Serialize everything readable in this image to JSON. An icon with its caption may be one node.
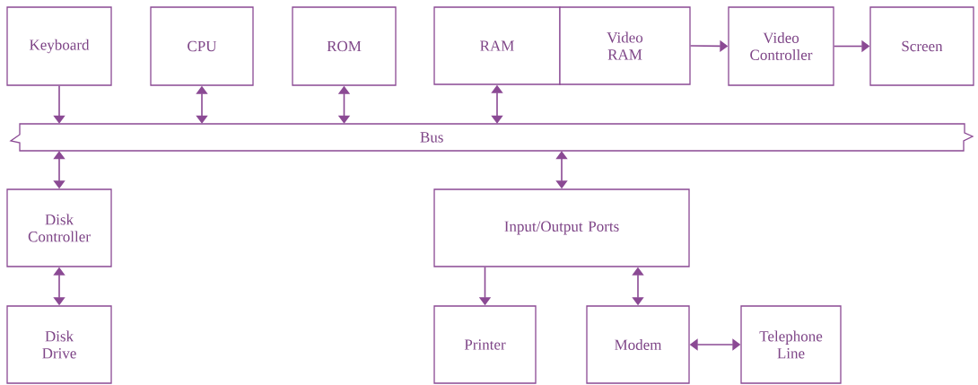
{
  "diagram": {
    "nodes": [
      {
        "text": [
          "Keyboard"
        ]
      },
      {
        "text": [
          "CPU"
        ]
      },
      {
        "text": [
          "ROM"
        ]
      },
      {
        "text": [
          "RAM"
        ]
      },
      {
        "text": [
          "Video RAM"
        ]
      },
      {
        "text": [
          "Video Controller"
        ]
      },
      {
        "text": [
          "Screen"
        ]
      },
      {
        "text": [
          "Bus"
        ]
      },
      {
        "text": [
          "Disk Controller"
        ]
      },
      {
        "text": [
          "Input/Output Ports"
        ]
      },
      {
        "text": [
          "Disk Drive"
        ]
      },
      {
        "text": [
          "Printer"
        ]
      },
      {
        "text": [
          "Modem"
        ]
      },
      {
        "text": [
          "Telephone Line"
        ]
      }
    ],
    "edges": [
      {
        "from": 0,
        "to": 7,
        "arrow": "to"
      },
      {
        "from": 1,
        "to": 7,
        "arrow": "both"
      },
      {
        "from": 2,
        "to": 7,
        "arrow": "both"
      },
      {
        "from": 3,
        "to": 7,
        "arrow": "both"
      },
      {
        "from": 4,
        "to": 5,
        "arrow": "to"
      },
      {
        "from": 5,
        "to": 6,
        "arrow": "to"
      },
      {
        "from": 7,
        "to": 8,
        "arrow": "both"
      },
      {
        "from": 7,
        "to": 9,
        "arrow": "both"
      },
      {
        "from": 8,
        "to": 10,
        "arrow": "both"
      },
      {
        "from": 9,
        "to": 11,
        "arrow": "to"
      },
      {
        "from": 9,
        "to": 12,
        "arrow": "both"
      },
      {
        "from": 12,
        "to": 13,
        "arrow": "both"
      }
    ]
  }
}
